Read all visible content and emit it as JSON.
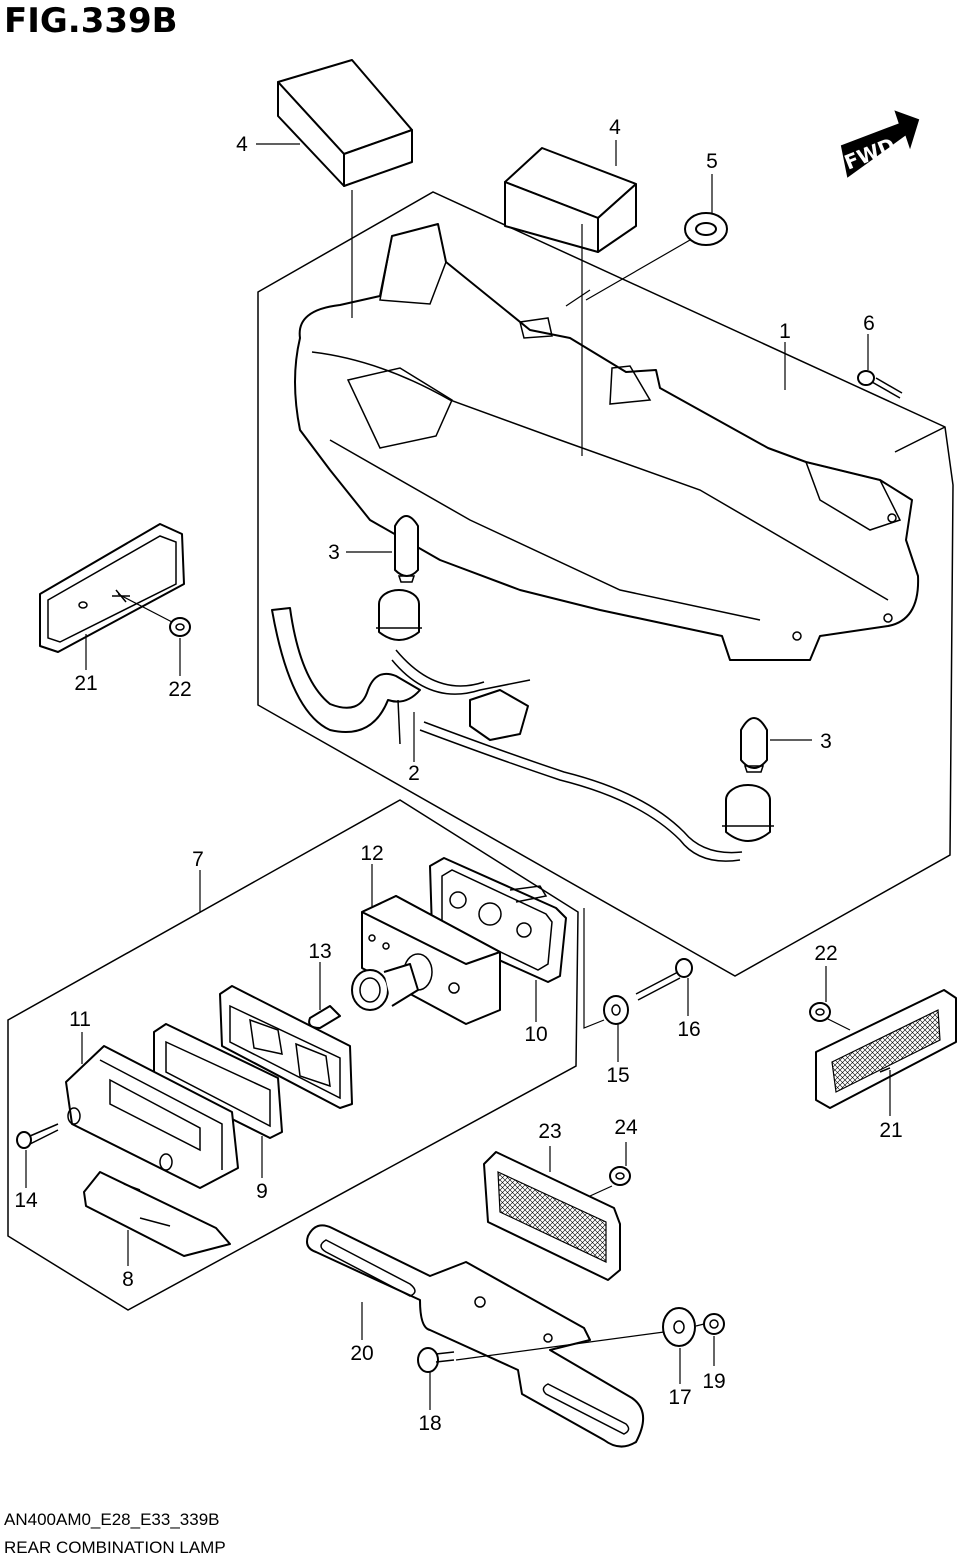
{
  "figure": {
    "title": "FIG.339B"
  },
  "fwd_label": "FWD",
  "callouts": {
    "c1": "1",
    "c2": "2",
    "c3a": "3",
    "c3b": "3",
    "c4a": "4",
    "c4b": "4",
    "c5": "5",
    "c6": "6",
    "c7": "7",
    "c8": "8",
    "c9": "9",
    "c10": "10",
    "c11": "11",
    "c12": "12",
    "c13": "13",
    "c14": "14",
    "c15": "15",
    "c16": "16",
    "c17": "17",
    "c18": "18",
    "c19": "19",
    "c20": "20",
    "c21a": "21",
    "c21b": "21",
    "c22a": "22",
    "c22b": "22",
    "c23": "23",
    "c24": "24"
  },
  "footer": {
    "code": "AN400AM0_E28_E33_339B",
    "caption": "REAR COMBINATION LAMP"
  }
}
